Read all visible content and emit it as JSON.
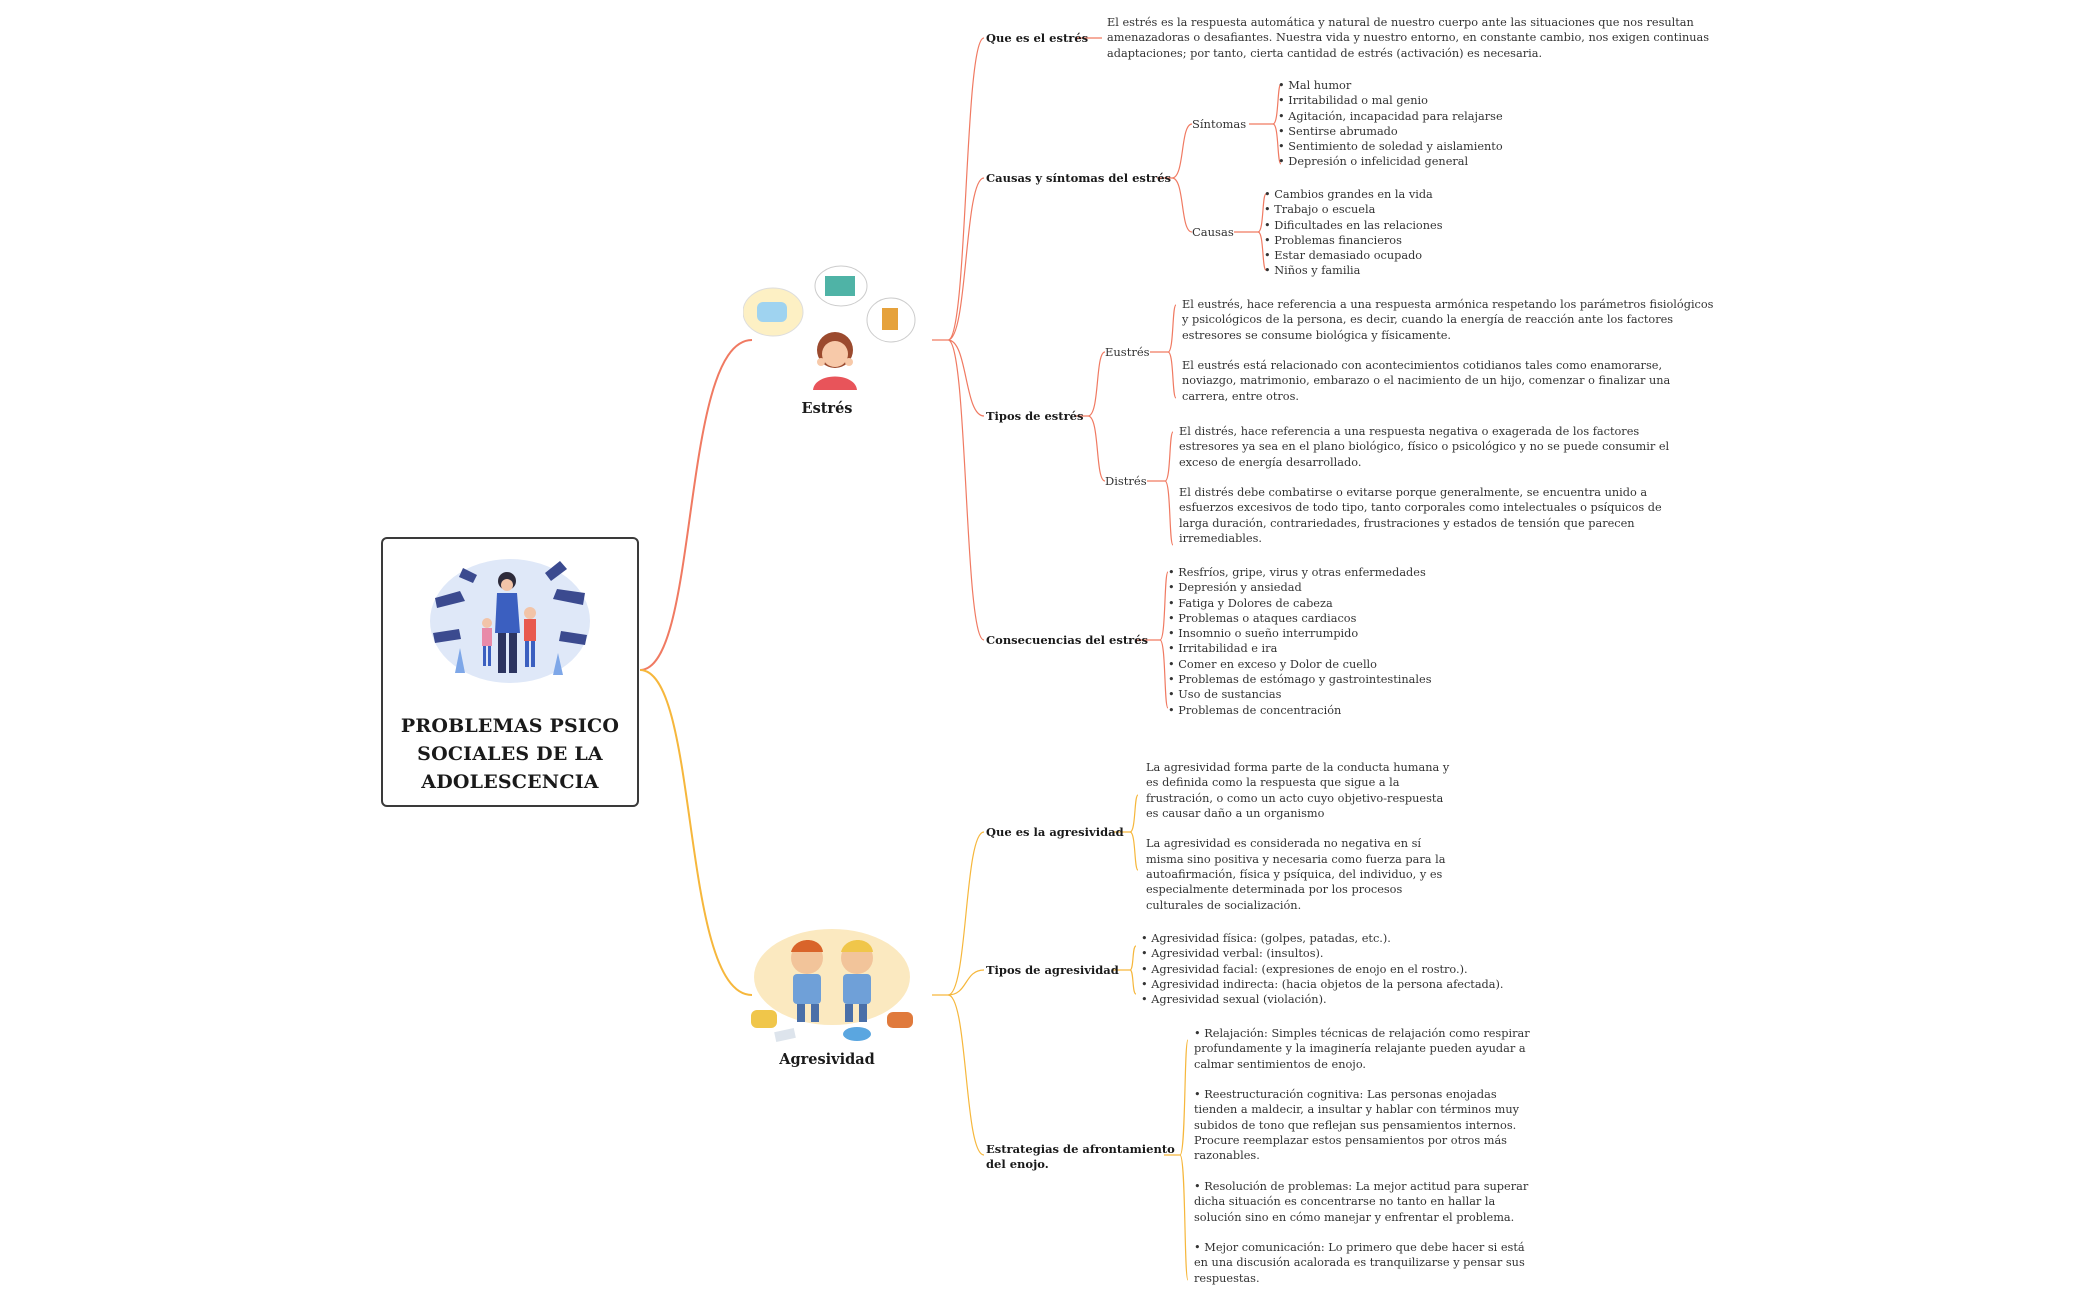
{
  "root": {
    "title": "PROBLEMAS PSICO SOCIALES DE LA ADOLESCENCIA"
  },
  "colors": {
    "estres_branch": "#f07a62",
    "agresividad_branch": "#f6b73c",
    "root_border": "#3a3a3a"
  },
  "estres": {
    "label": "Estrés",
    "que_es": {
      "label": "Que es el estrés",
      "text": "El estrés es la respuesta automática y natural de nuestro cuerpo ante las situaciones que nos resultan\namenazadoras o desafiantes. Nuestra vida y nuestro entorno, en constante cambio, nos exigen continuas\nadaptaciones; por tanto, cierta cantidad de estrés (activación) es necesaria."
    },
    "causas_sintomas": {
      "label": "Causas y síntomas del estrés",
      "sintomas_label": "Síntomas",
      "sintomas": [
        "Mal humor",
        "Irritabilidad o mal genio",
        "Agitación, incapacidad para relajarse",
        "Sentirse abrumado",
        "Sentimiento de soledad y aislamiento",
        "Depresión o infelicidad general"
      ],
      "causas_label": "Causas",
      "causas": [
        "Cambios grandes en la vida",
        "Trabajo o escuela",
        "Dificultades en las relaciones",
        "Problemas financieros",
        "Estar demasiado ocupado",
        "Niños y familia"
      ]
    },
    "tipos": {
      "label": "Tipos de estrés",
      "eustres_label": "Eustrés",
      "eustres_text": "El eustrés, hace referencia a una respuesta armónica respetando los parámetros fisiológicos\ny psicológicos de la persona, es decir, cuando la energía de reacción ante los factores\nestresores se consume biológica y físicamente.\n\nEl eustrés está relacionado con acontecimientos cotidianos tales como enamorarse,\nnoviazgo, matrimonio, embarazo o el nacimiento de un hijo, comenzar o finalizar una\ncarrera, entre otros.",
      "distres_label": "Distrés",
      "distres_text": "El distrés, hace referencia a una respuesta negativa o exagerada de los factores\nestresores ya sea en el plano biológico, físico o psicológico y no se puede consumir el\nexceso de energía desarrollado.\n\nEl distrés debe combatirse o evitarse porque generalmente, se encuentra unido a\nesfuerzos excesivos de todo tipo, tanto corporales como intelectuales o psíquicos de\nlarga duración, contrariedades, frustraciones y estados de tensión que parecen\nirremediables."
    },
    "consecuencias": {
      "label": "Consecuencias del estrés",
      "items": [
        "Resfríos, gripe, virus y otras enfermedades",
        "Depresión y ansiedad",
        "Fatiga  y Dolores de cabeza",
        "Problemas o ataques cardiacos",
        "Insomnio o sueño interrumpido",
        "Irritabilidad e ira",
        "Comer en exceso y Dolor de cuello",
        "Problemas de estómago y gastrointestinales",
        "Uso de sustancias",
        "Problemas de concentración"
      ]
    }
  },
  "agresividad": {
    "label": "Agresividad",
    "que_es": {
      "label": "Que es la agresividad",
      "text": "La agresividad forma parte de la conducta humana y\nes definida como la respuesta que sigue a la\nfrustración, o como un acto cuyo objetivo-respuesta\nes causar daño a un organismo\n\nLa agresividad es considerada no negativa en sí\nmisma sino positiva y necesaria como fuerza para la\nautoafirmación, física y psíquica, del individuo, y es\nespecialmente determinada por los procesos\nculturales de socialización."
    },
    "tipos": {
      "label": "Tipos de agresividad",
      "items": [
        "Agresividad física: (golpes, patadas, etc.).",
        "Agresividad verbal: (insultos).",
        "Agresividad facial: (expresiones de enojo en el rostro.).",
        "Agresividad indirecta: (hacia objetos de la persona afectada).",
        "Agresividad sexual (violación)."
      ]
    },
    "estrategias": {
      "label": "Estrategias de afrontamiento\ndel enojo.",
      "text": "• Relajación: Simples técnicas de relajación como respirar\nprofundamente y la imaginería relajante pueden ayudar a\ncalmar sentimientos de enojo.\n\n• Reestructuración cognitiva: Las personas enojadas\ntienden a maldecir, a insultar y hablar con términos muy\nsubidos de tono que reflejan sus pensamientos internos.\nProcure reemplazar estos pensamientos por otros más\nrazonables.\n\n• Resolución de problemas: La mejor actitud para superar\ndicha situación es concentrarse no tanto en hallar la\nsolución sino en cómo manejar y enfrentar el problema.\n\n• Mejor comunicación: Lo primero que debe hacer si está\nen una discusión acalorada es tranquilizarse y pensar sus\nrespuestas."
    }
  }
}
